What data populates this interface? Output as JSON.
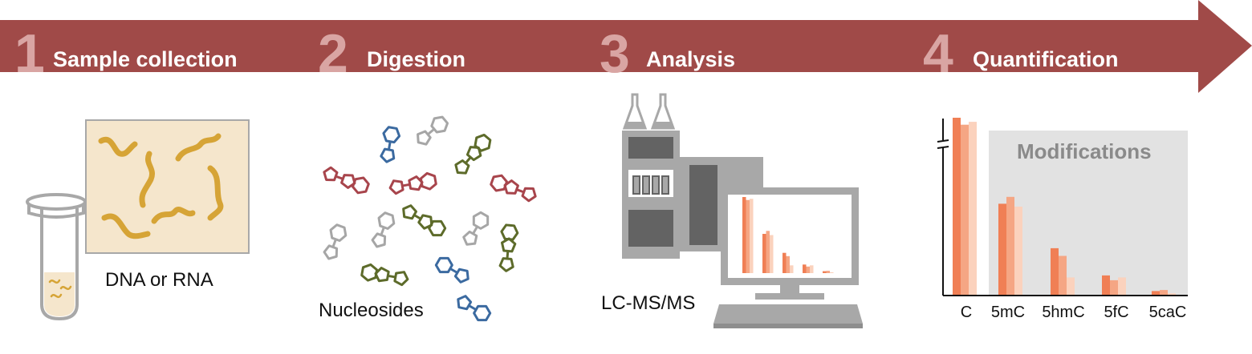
{
  "steps": [
    {
      "number": "1",
      "title": "Sample collection"
    },
    {
      "number": "2",
      "title": "Digestion"
    },
    {
      "number": "3",
      "title": "Analysis"
    },
    {
      "number": "4",
      "title": "Quantification"
    }
  ],
  "labels": {
    "sample": "DNA or RNA",
    "digestion": "Nucleosides",
    "analysis": "LC-MS/MS",
    "modifications": "Modifications"
  },
  "colors": {
    "arrow": "#a04a48",
    "step_number": "#d9a5a3",
    "strand": "#d6a436",
    "nucleoside_red": "#a8454c",
    "nucleoside_blue": "#3b6aa0",
    "nucleoside_green": "#5d6b2a",
    "nucleoside_gray": "#a6a6a6",
    "bar_1": "#f07f55",
    "bar_2": "#f5a684",
    "bar_3": "#fbd2bd",
    "instrument_dark": "#636363",
    "instrument_light": "#a8a8a8"
  },
  "chart_data": {
    "type": "bar",
    "categories": [
      "C",
      "5mC",
      "5hmC",
      "5fC",
      "5caC"
    ],
    "series": [
      {
        "values": [
          100,
          51.6,
          26.6,
          11.3,
          2.5
        ]
      },
      {
        "values": [
          96.1,
          55.5,
          22.3,
          8.6,
          3.1
        ]
      },
      {
        "values": [
          97.7,
          50,
          10.2,
          10.2,
          1.2
        ]
      }
    ],
    "highlight_label": "Modifications",
    "axis_break": true
  }
}
